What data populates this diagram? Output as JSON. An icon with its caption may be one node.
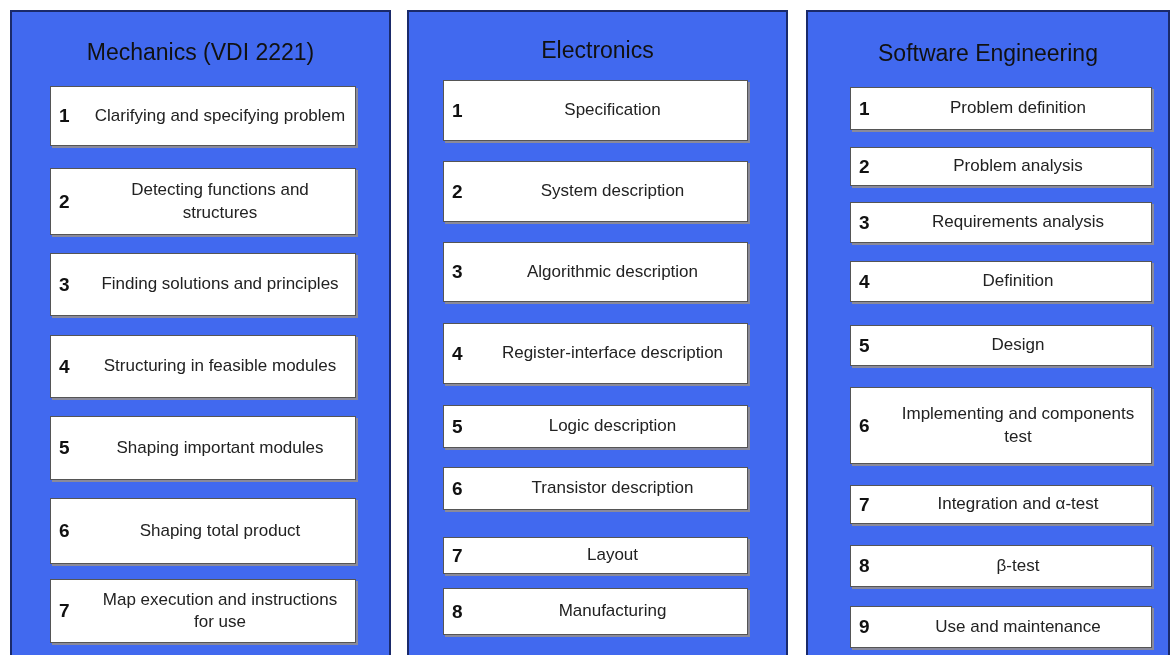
{
  "diagram": {
    "nodes": [
      {
        "text": [
          "Mechanics (VDI 2221)"
        ]
      },
      {
        "text": [
          "1",
          "Clarifying and specifying problem"
        ],
        "in": 0
      },
      {
        "text": [
          "2",
          "Detecting functions and structures"
        ],
        "in": 0
      },
      {
        "text": [
          "3",
          "Finding solutions and principles"
        ],
        "in": 0
      },
      {
        "text": [
          "4",
          "Structuring in feasible modules"
        ],
        "in": 0
      },
      {
        "text": [
          "5",
          "Shaping important modules"
        ],
        "in": 0
      },
      {
        "text": [
          "6",
          "Shaping total product"
        ],
        "in": 0
      },
      {
        "text": [
          "7",
          "Map execution and instructions for use"
        ],
        "in": 0
      },
      {
        "text": [
          "Electronics"
        ]
      },
      {
        "text": [
          "1",
          "Specification"
        ],
        "in": 8
      },
      {
        "text": [
          "2",
          "System description"
        ],
        "in": 8
      },
      {
        "text": [
          "3",
          "Algorithmic description"
        ],
        "in": 8
      },
      {
        "text": [
          "4",
          "Register-interface description"
        ],
        "in": 8
      },
      {
        "text": [
          "5",
          "Logic description"
        ],
        "in": 8
      },
      {
        "text": [
          "6",
          "Transistor description"
        ],
        "in": 8
      },
      {
        "text": [
          "7",
          "Layout"
        ],
        "in": 8
      },
      {
        "text": [
          "8",
          "Manufacturing"
        ],
        "in": 8
      },
      {
        "text": [
          "Software Engineering"
        ]
      },
      {
        "text": [
          "1",
          "Problem definition"
        ],
        "in": 17
      },
      {
        "text": [
          "2",
          "Problem analysis"
        ],
        "in": 17
      },
      {
        "text": [
          "3",
          "Requirements analysis"
        ],
        "in": 17
      },
      {
        "text": [
          "4",
          "Definition"
        ],
        "in": 17
      },
      {
        "text": [
          "5",
          "Design"
        ],
        "in": 17
      },
      {
        "text": [
          "6",
          "Implementing and components test"
        ],
        "in": 17
      },
      {
        "text": [
          "7",
          "Integration and α-test"
        ],
        "in": 17
      },
      {
        "text": [
          "8",
          "β-test"
        ],
        "in": 17
      },
      {
        "text": [
          "9",
          "Use and maintenance"
        ],
        "in": 17
      }
    ]
  }
}
